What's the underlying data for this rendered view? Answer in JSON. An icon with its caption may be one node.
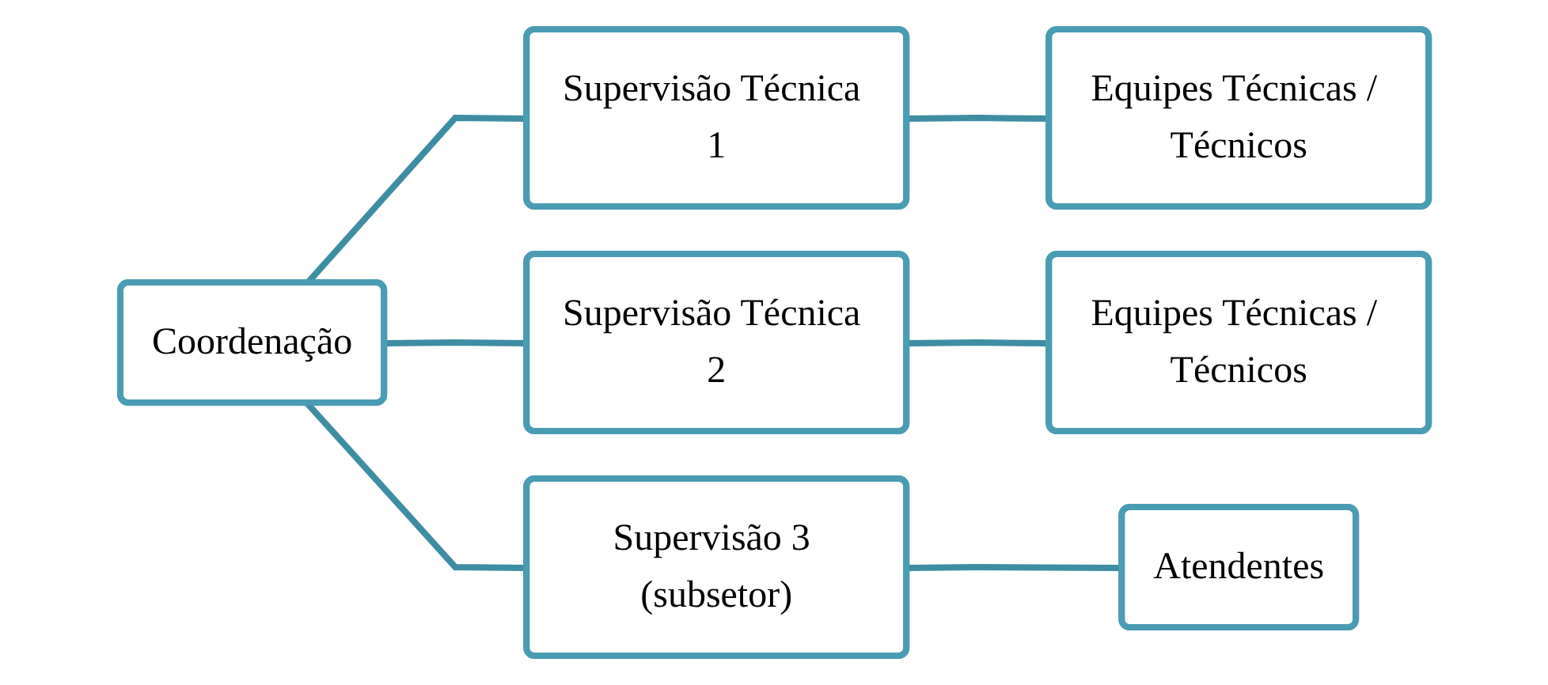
{
  "diagram": {
    "nodes": [
      {
        "text": [
          "Coordenação"
        ]
      },
      {
        "text": [
          "Supervisão Técnica 1"
        ]
      },
      {
        "text": [
          "Equipes Técnicas / Técnicos"
        ]
      },
      {
        "text": [
          "Supervisão Técnica 2"
        ]
      },
      {
        "text": [
          "Equipes Técnicas / Técnicos"
        ]
      },
      {
        "text": [
          "Supervisão 3 (subsetor)"
        ]
      },
      {
        "text": [
          "Atendentes"
        ]
      }
    ],
    "edges": [
      {
        "from": 0,
        "to": 1,
        "arrow": "none"
      },
      {
        "from": 0,
        "to": 3,
        "arrow": "none"
      },
      {
        "from": 0,
        "to": 5,
        "arrow": "none"
      },
      {
        "from": 1,
        "to": 2,
        "arrow": "none"
      },
      {
        "from": 3,
        "to": 4,
        "arrow": "none"
      },
      {
        "from": 5,
        "to": 6,
        "arrow": "none"
      }
    ]
  }
}
